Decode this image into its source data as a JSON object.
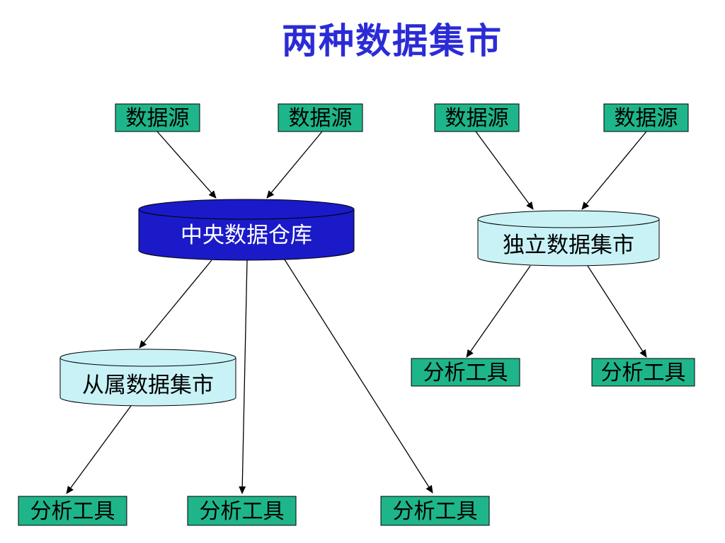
{
  "title": "两种数据集市",
  "nodes": {
    "source1": "数据源",
    "source2": "数据源",
    "source3": "数据源",
    "source4": "数据源",
    "central_warehouse": "中央数据仓库",
    "independent_mart": "独立数据集市",
    "dependent_mart": "从属数据集市",
    "tool_right_1": "分析工具",
    "tool_right_2": "分析工具",
    "tool_bottom_1": "分析工具",
    "tool_bottom_2": "分析工具",
    "tool_bottom_3": "分析工具"
  },
  "colors": {
    "title": "#2b2bd6",
    "box_fill": "#1fb58a",
    "central_fill": "#1a1ac8",
    "mart_fill": "#c8f2f6"
  }
}
